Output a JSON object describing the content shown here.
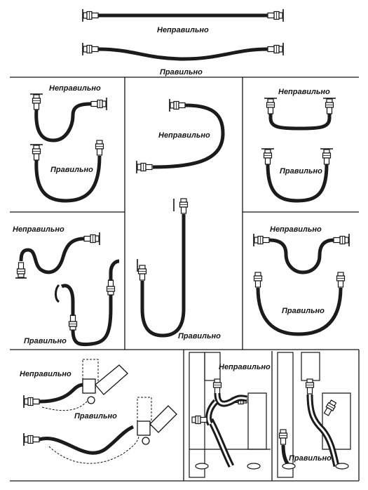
{
  "labels": {
    "wrong": "Неправильно",
    "right": "Правильно",
    "right_alt": "Правильно"
  },
  "colors": {
    "ink": "#141414",
    "hose": "#1b1b1b",
    "paper": "#ffffff"
  }
}
